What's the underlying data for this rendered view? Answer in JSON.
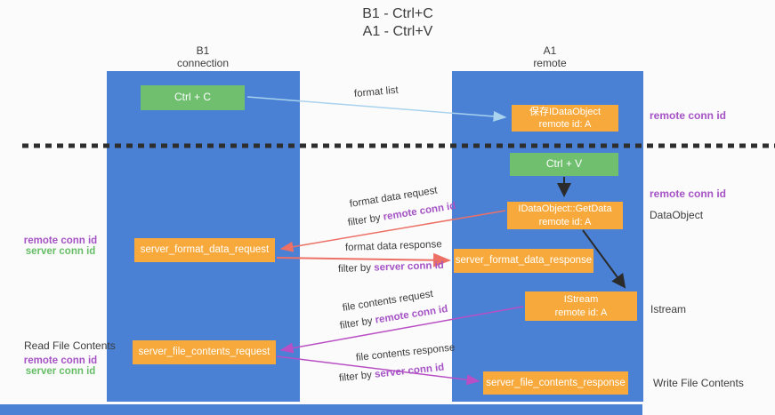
{
  "title": {
    "lines": [
      "B1 - Ctrl+C",
      "A1 - Ctrl+V"
    ]
  },
  "columns": {
    "left": {
      "name": "B1",
      "subtitle": "connection"
    },
    "right": {
      "name": "A1",
      "subtitle": "remote"
    }
  },
  "boxes": {
    "ctrl_c": {
      "label": "Ctrl + C"
    },
    "ctrl_v": {
      "label": "Ctrl + V"
    },
    "save_idataobject": {
      "line1": "保存IDataObject",
      "line2": "remote id: A"
    },
    "getdata": {
      "line1": "IDataObject::GetData",
      "line2": "remote id: A"
    },
    "istream": {
      "line1": "IStream",
      "line2": "remote id: A"
    },
    "format_request": {
      "label": "server_format_data_request"
    },
    "format_response": {
      "label": "server_format_data_response"
    },
    "file_request": {
      "label": "server_file_contents_request"
    },
    "file_response": {
      "label": "server_file_contents_response"
    }
  },
  "arrow_labels": {
    "format_list": "format list",
    "format_data_request": "format data request",
    "format_data_response": "format data response",
    "file_contents_request": "file contents request",
    "file_contents_response": "file contents response",
    "filter_by": "filter by ",
    "remote_conn_id": "remote conn id",
    "server_conn_id": "server conn id"
  },
  "side_labels": {
    "remote_conn_id_top": "remote conn id",
    "remote_conn_id_mid": "remote conn id",
    "dataobject": "DataObject",
    "istream": "Istream",
    "write_file_contents": "Write File Contents",
    "read_file_contents": "Read File Contents",
    "left_remote_conn_id": "remote conn id",
    "left_server_conn_id": "server conn id",
    "read_remote_conn_id": "remote conn id",
    "read_server_conn_id": "server conn id"
  },
  "colors": {
    "background": "#fbfbfb",
    "column_blue": "#4a81d5",
    "box_green": "#6fbf6f",
    "box_orange": "#f7a93c",
    "arrow_lightblue": "#a8d2ee",
    "arrow_salmon": "#ec7066",
    "arrow_magenta": "#b94fc4",
    "label_purple": "#a553c5",
    "label_green": "#67bd67",
    "text_dark": "#3c3c3c",
    "dashed_line": "#2e2e2e"
  }
}
